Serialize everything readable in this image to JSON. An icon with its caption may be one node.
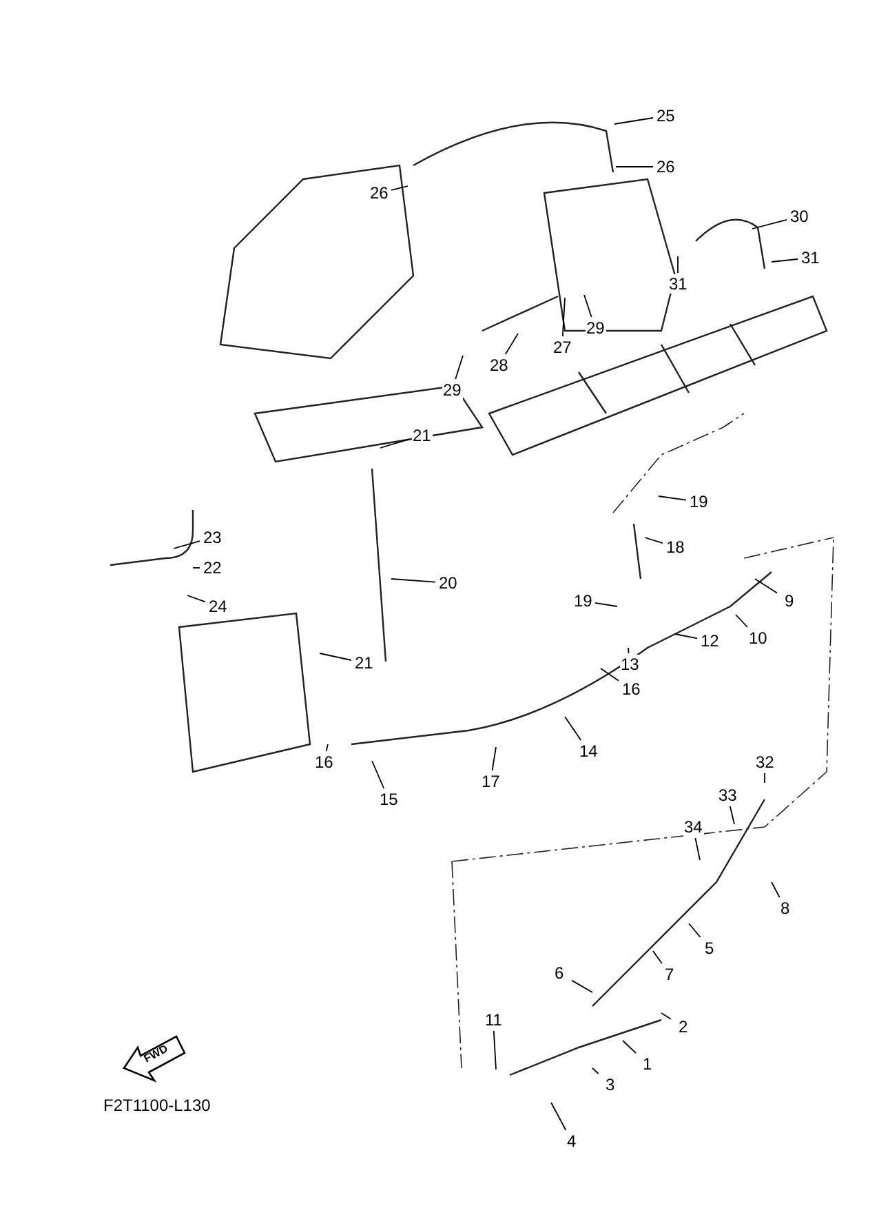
{
  "diagram": {
    "nodes": [
      {
        "text": [
          "26"
        ]
      },
      {
        "text": [
          "25"
        ]
      },
      {
        "text": [
          "26"
        ]
      },
      {
        "text": [
          "30"
        ]
      },
      {
        "text": [
          "31"
        ]
      },
      {
        "text": [
          "31"
        ]
      },
      {
        "text": [
          "27"
        ]
      },
      {
        "text": [
          "29"
        ]
      },
      {
        "text": [
          "28"
        ]
      },
      {
        "text": [
          "29"
        ]
      },
      {
        "text": [
          "21"
        ]
      },
      {
        "text": [
          "19"
        ]
      },
      {
        "text": [
          "23"
        ]
      },
      {
        "text": [
          "22"
        ]
      },
      {
        "text": [
          "24"
        ]
      },
      {
        "text": [
          "18"
        ]
      },
      {
        "text": [
          "20"
        ]
      },
      {
        "text": [
          "19"
        ]
      },
      {
        "text": [
          "9"
        ]
      },
      {
        "text": [
          "10"
        ]
      },
      {
        "text": [
          "12"
        ]
      },
      {
        "text": [
          "13"
        ]
      },
      {
        "text": [
          "21"
        ]
      },
      {
        "text": [
          "16"
        ]
      },
      {
        "text": [
          "14"
        ]
      },
      {
        "text": [
          "17"
        ]
      },
      {
        "text": [
          "16"
        ]
      },
      {
        "text": [
          "15"
        ]
      },
      {
        "text": [
          "32"
        ]
      },
      {
        "text": [
          "33"
        ]
      },
      {
        "text": [
          "34"
        ]
      },
      {
        "text": [
          "8"
        ]
      },
      {
        "text": [
          "5"
        ]
      },
      {
        "text": [
          "7"
        ]
      },
      {
        "text": [
          "6"
        ]
      },
      {
        "text": [
          "2"
        ]
      },
      {
        "text": [
          "1"
        ]
      },
      {
        "text": [
          "11"
        ]
      },
      {
        "text": [
          "3"
        ]
      },
      {
        "text": [
          "4"
        ]
      }
    ],
    "edges": [
      {
        "from": 0,
        "to": null,
        "arrow": "none"
      },
      {
        "from": 1,
        "to": null,
        "arrow": "none"
      },
      {
        "from": 2,
        "to": null,
        "arrow": "none"
      },
      {
        "from": 3,
        "to": null,
        "arrow": "none"
      },
      {
        "from": 4,
        "to": null,
        "arrow": "none"
      },
      {
        "from": 5,
        "to": null,
        "arrow": "none"
      },
      {
        "from": 6,
        "to": null,
        "arrow": "none"
      },
      {
        "from": 7,
        "to": null,
        "arrow": "none"
      },
      {
        "from": 8,
        "to": null,
        "arrow": "none"
      },
      {
        "from": 9,
        "to": null,
        "arrow": "none"
      },
      {
        "from": 10,
        "to": null,
        "arrow": "none"
      },
      {
        "from": 11,
        "to": null,
        "arrow": "none"
      },
      {
        "from": 12,
        "to": null,
        "arrow": "none"
      },
      {
        "from": 13,
        "to": null,
        "arrow": "none"
      },
      {
        "from": 14,
        "to": null,
        "arrow": "none"
      },
      {
        "from": 15,
        "to": null,
        "arrow": "none"
      },
      {
        "from": 16,
        "to": null,
        "arrow": "none"
      },
      {
        "from": 17,
        "to": null,
        "arrow": "none"
      },
      {
        "from": 18,
        "to": null,
        "arrow": "none"
      },
      {
        "from": 19,
        "to": null,
        "arrow": "none"
      },
      {
        "from": 20,
        "to": null,
        "arrow": "none"
      },
      {
        "from": 21,
        "to": null,
        "arrow": "none"
      },
      {
        "from": 22,
        "to": null,
        "arrow": "none"
      },
      {
        "from": 23,
        "to": null,
        "arrow": "none"
      },
      {
        "from": 24,
        "to": null,
        "arrow": "none"
      },
      {
        "from": 25,
        "to": null,
        "arrow": "none"
      },
      {
        "from": 26,
        "to": null,
        "arrow": "none"
      },
      {
        "from": 27,
        "to": null,
        "arrow": "none"
      },
      {
        "from": 28,
        "to": null,
        "arrow": "none"
      },
      {
        "from": 29,
        "to": null,
        "arrow": "none"
      },
      {
        "from": 30,
        "to": null,
        "arrow": "none"
      },
      {
        "from": 31,
        "to": null,
        "arrow": "none"
      },
      {
        "from": 32,
        "to": null,
        "arrow": "none"
      },
      {
        "from": 33,
        "to": null,
        "arrow": "none"
      },
      {
        "from": 34,
        "to": null,
        "arrow": "none"
      },
      {
        "from": 35,
        "to": null,
        "arrow": "none"
      },
      {
        "from": 36,
        "to": null,
        "arrow": "none"
      },
      {
        "from": 37,
        "to": null,
        "arrow": "none"
      },
      {
        "from": 38,
        "to": null,
        "arrow": "none"
      },
      {
        "from": 39,
        "to": null,
        "arrow": "none"
      }
    ],
    "labels": [
      "FWD",
      "F2T1100-L130"
    ]
  }
}
